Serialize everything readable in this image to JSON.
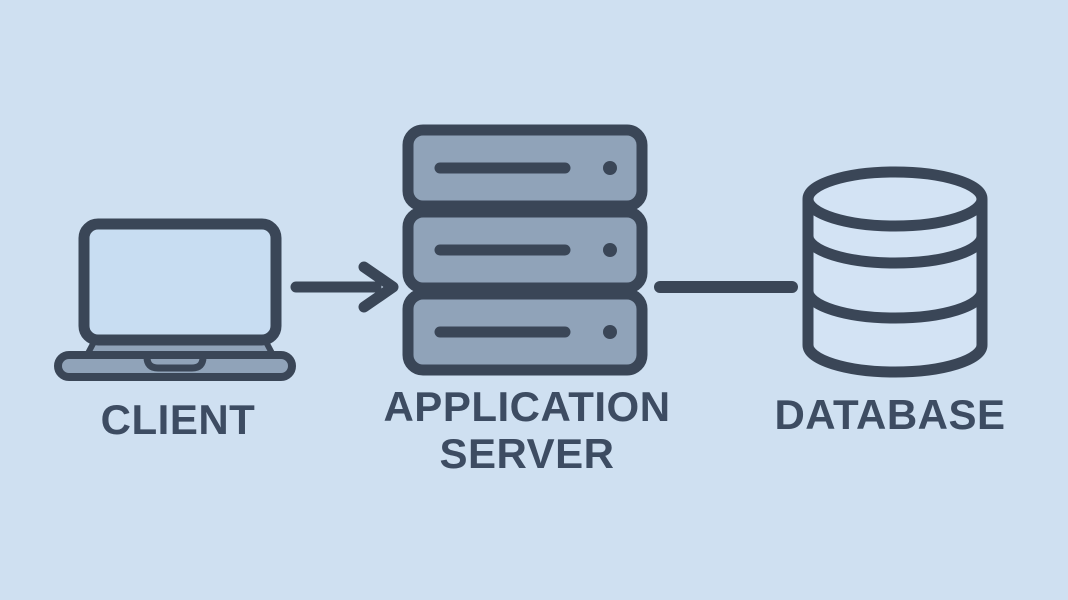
{
  "diagram": {
    "nodes": [
      {
        "id": "client",
        "label": "CLIENT",
        "icon": "laptop-icon"
      },
      {
        "id": "application-server",
        "label": "APPLICATION SERVER",
        "icon": "server-stack-icon"
      },
      {
        "id": "database",
        "label": "DATABASE",
        "icon": "database-cylinder-icon"
      }
    ],
    "connections": [
      {
        "from": "CLIENT",
        "to": "APPLICATION SERVER",
        "type": "arrow-right"
      },
      {
        "from": "APPLICATION SERVER",
        "to": "DATABASE",
        "type": "plain-line"
      }
    ]
  },
  "colors": {
    "background": "#cfe0f1",
    "outline": "#3a4657",
    "icon-gray-fill": "#90a3b9",
    "screen-fill": "#c8ddf2",
    "database-fill": "#d3e3f4",
    "label-text": "#3d4c62"
  }
}
